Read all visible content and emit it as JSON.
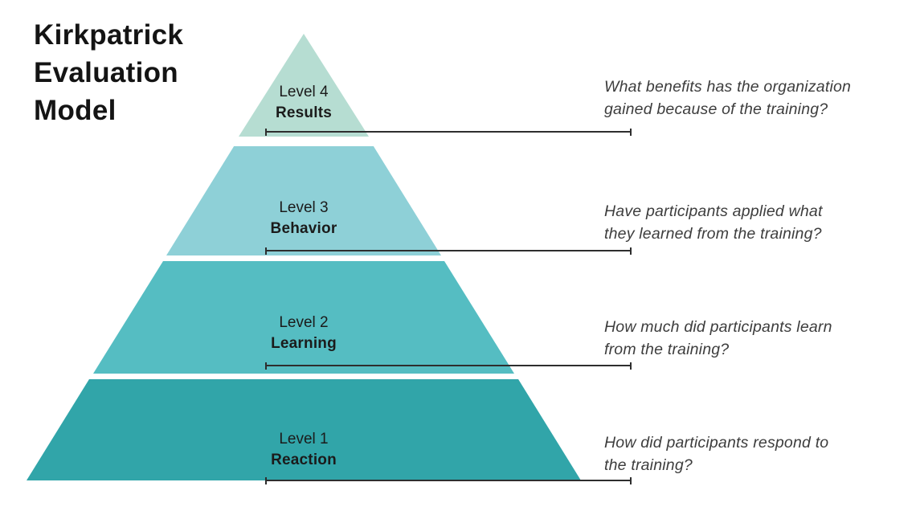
{
  "title": "Kirkpatrick Evaluation Model",
  "levels": [
    {
      "level_label": "Level 4",
      "name": "Results",
      "color": "#b6ddd2",
      "question": "What benefits has the organization\ngained because of the training?"
    },
    {
      "level_label": "Level 3",
      "name": "Behavior",
      "color": "#8ed0d7",
      "question": "Have participants applied what\nthey learned from the training?"
    },
    {
      "level_label": "Level 2",
      "name": "Learning",
      "color": "#55bdc2",
      "question": "How much did participants learn\nfrom the training?"
    },
    {
      "level_label": "Level 1",
      "name": "Reaction",
      "color": "#31a5a9",
      "question": "How did participants respond to\nthe training?"
    }
  ],
  "styles": {
    "line_color": "#2e2e2e",
    "label_text_color": "#1b1b1b",
    "question_text_color": "#3d3d3d",
    "background": "#ffffff"
  }
}
